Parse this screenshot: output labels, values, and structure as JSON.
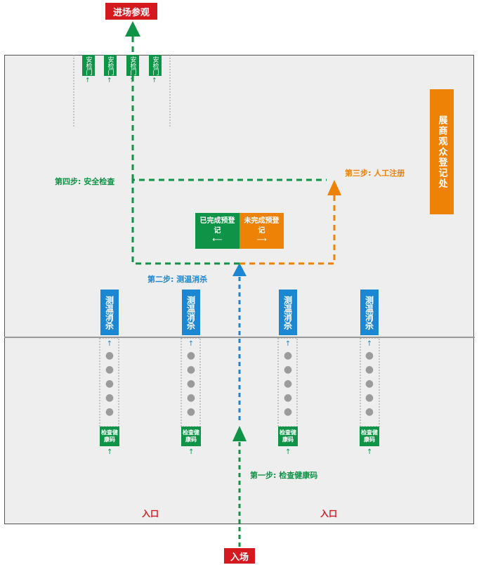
{
  "title_top": "进场参观",
  "entry_bottom": "入场",
  "entrances": [
    "入口",
    "入口"
  ],
  "security_gates": [
    "安检门",
    "安检门",
    "安检门",
    "安检门"
  ],
  "temp_check_booths": [
    "测温消杀",
    "测温消杀",
    "测温消杀",
    "测温消杀"
  ],
  "health_code_booths": [
    "检查健康码",
    "检查健康码",
    "检查健康码",
    "检查健康码"
  ],
  "steps": {
    "step1": "第一步: 检查健康码",
    "step2": "第二步: 测温消杀",
    "step3": "第三步: 人工注册",
    "step4": "第四步: 安全检查"
  },
  "registration_split": {
    "done": "已完成预登记",
    "not_done": "未完成预登记"
  },
  "registration_desk": "展商观众登记处",
  "colors": {
    "green": "#0e9347",
    "blue": "#1b86d2",
    "orange": "#ee8207",
    "red": "#d4191f",
    "hall": "#eeeeee",
    "border": "#555555",
    "person": "#9b9b9b"
  }
}
